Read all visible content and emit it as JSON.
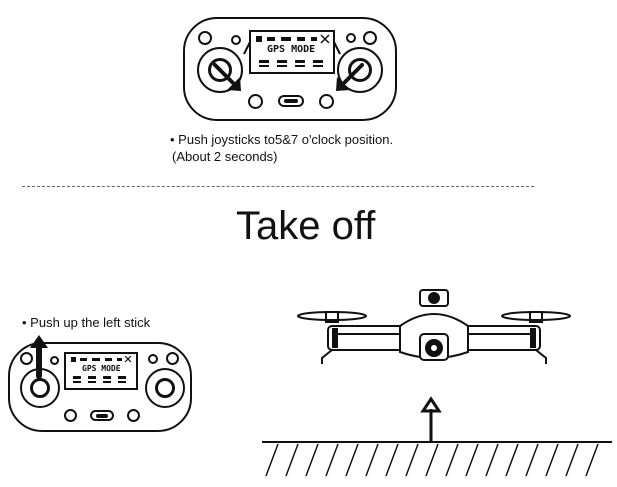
{
  "top_remote": {
    "lcd_mode": "GPS MODE",
    "instruction_line1": "• Push joysticks to5&7 o'clock position.",
    "instruction_line2": "(About 2 seconds)"
  },
  "takeoff": {
    "heading": "Take off",
    "instruction": "• Push up the left stick",
    "lcd_mode": "GPS MODE"
  }
}
